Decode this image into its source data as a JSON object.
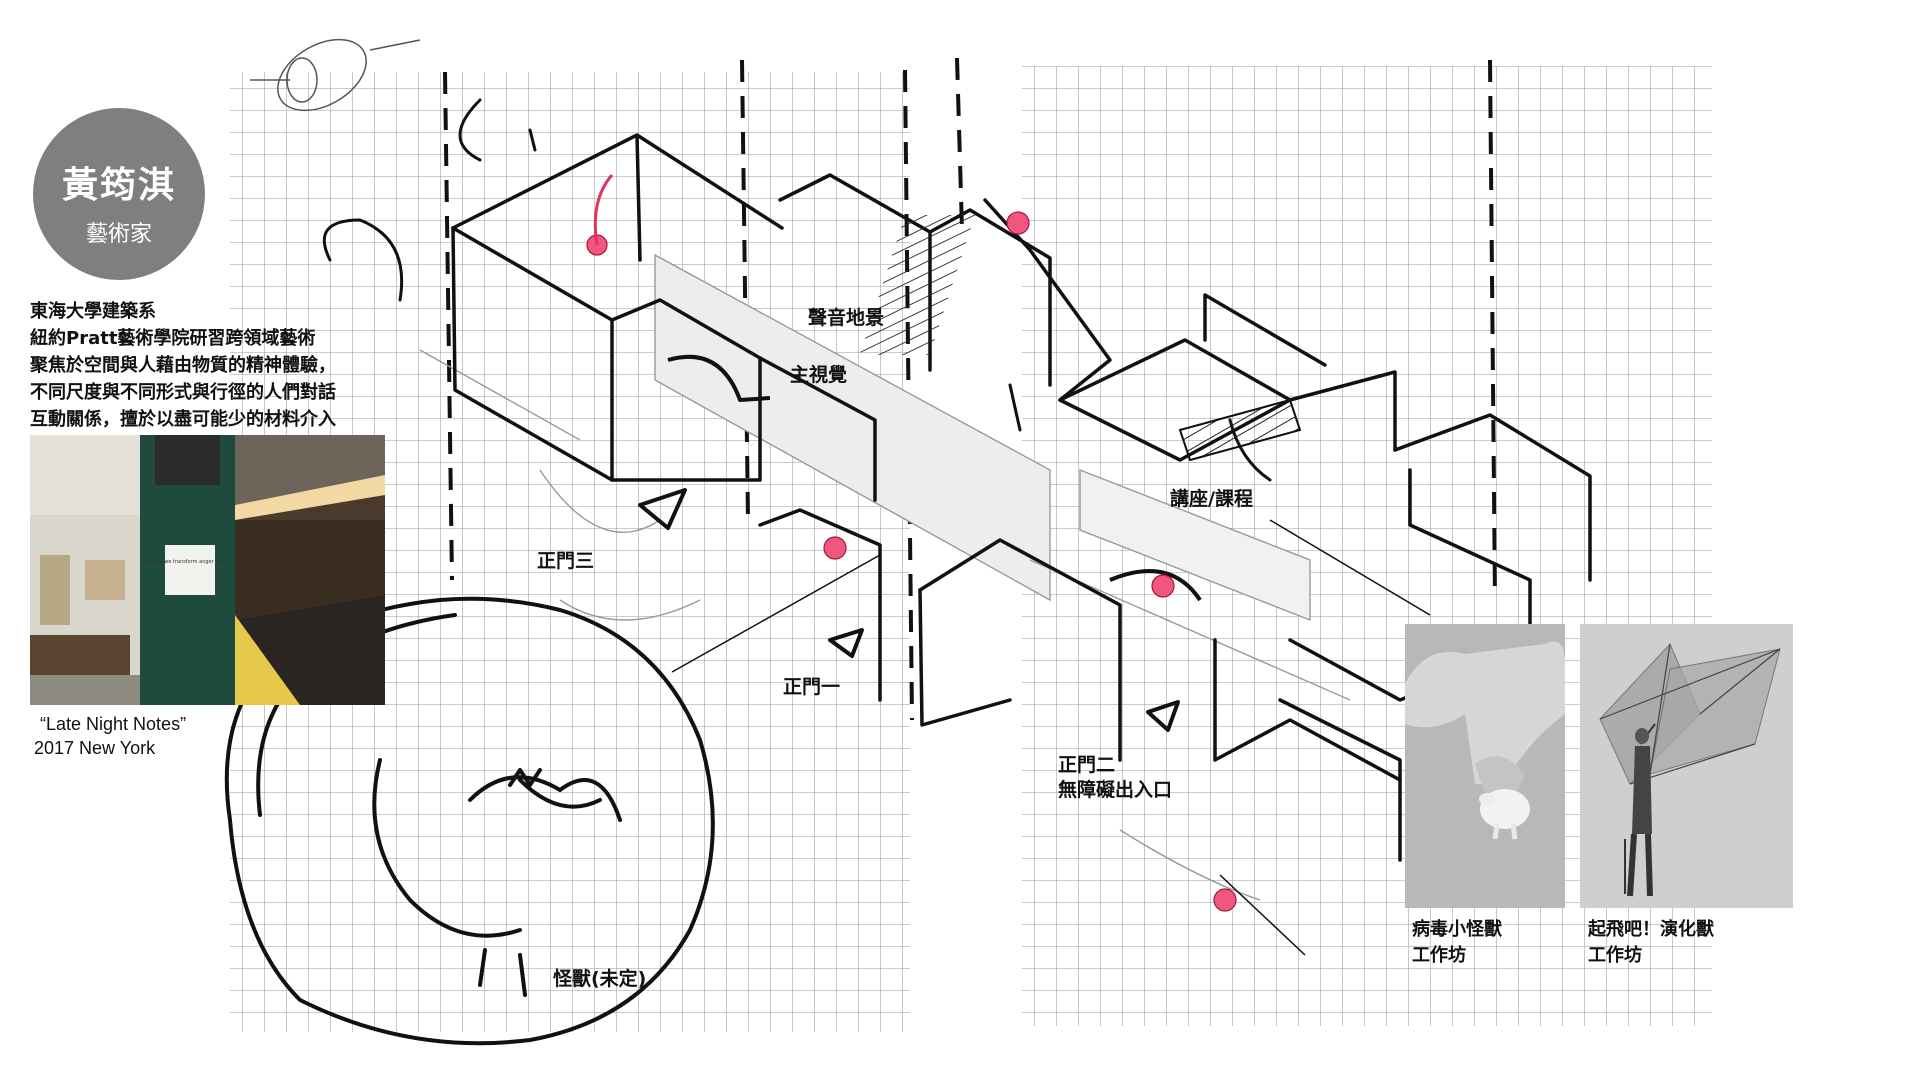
{
  "artist": {
    "name": "黃筠淇",
    "role": "藝術家"
  },
  "bio": [
    "東海大學建築系",
    "紐約Pratt藝術學院研習跨領域藝術",
    "聚焦於空間與人藉由物質的精神體驗，",
    "不同尺度與不同形式與行徑的人們對話",
    "互動關係，擅於以盡可能少的材料介入"
  ],
  "artwork": {
    "title": "“Late Night Notes”",
    "year_city": "2017 New York",
    "note_text": "how do we transform anger into ... ?"
  },
  "labels": {
    "sound": "聲音地景",
    "visual": "主視覺",
    "lecture": "講座/課程",
    "gate3": "正門三",
    "gate1": "正門一",
    "gate2": "正門二",
    "accessible": "無障礙出入口",
    "monster": "怪獸(未定)"
  },
  "workshops": [
    {
      "line1": "病毒小怪獸",
      "line2": "工作坊"
    },
    {
      "line1": "起飛吧！演化獸",
      "line2": "工作坊"
    }
  ],
  "colors": {
    "badge": "#7f7f7f",
    "marker": "#f0567e",
    "subway_tile": "#1f4a3e"
  }
}
